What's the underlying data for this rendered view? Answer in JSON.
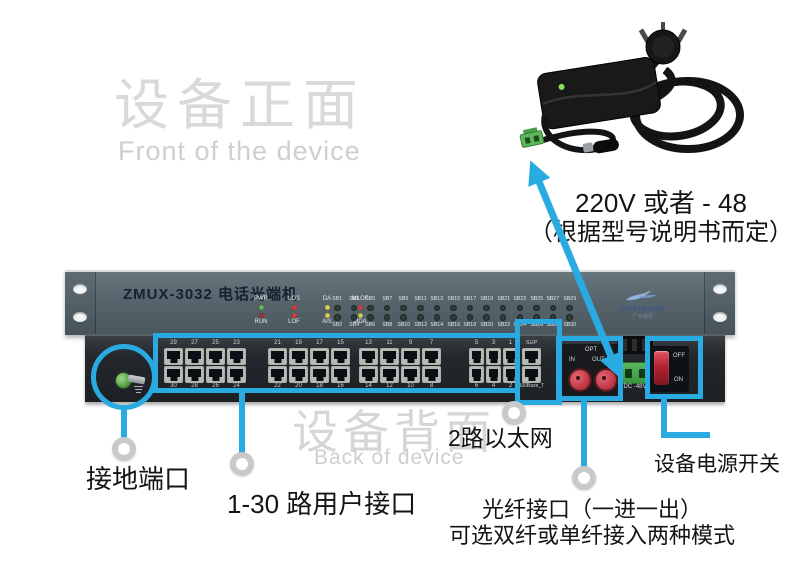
{
  "colors": {
    "annotation_blue": "#29abe2"
  },
  "watermark_front": {
    "zh": "设备正面",
    "en": "Front of the device"
  },
  "watermark_back": {
    "zh": "设备背面",
    "en": "Back of device"
  },
  "adapter": {
    "caption_line1": "220V 或者 - 48",
    "caption_line2": "（根据型号说明书而定）"
  },
  "front_panel": {
    "title": "ZMUX-3032 电话光端机",
    "status_leds": {
      "top": [
        {
          "label": "PWR",
          "color": "#62c24d"
        },
        {
          "label": "LOS",
          "color": "#e03c3c"
        },
        {
          "label": "DA",
          "color": "#e6d44e"
        },
        {
          "label": "MLOF",
          "color": "#e03c3c"
        }
      ],
      "bottom": [
        {
          "label": "RUN",
          "color": "#a03636"
        },
        {
          "label": "LOF",
          "color": "#e03c3c"
        },
        {
          "label": "AIS",
          "color": "#e6d44e"
        },
        {
          "label": "MDA",
          "color": "#cdd24e"
        }
      ]
    },
    "sb_leds": {
      "top": [
        "SB1",
        "SB3",
        "SB5",
        "SB7",
        "SB9",
        "SB11",
        "SB13",
        "SB15",
        "SB17",
        "SB19",
        "SB21",
        "SB23",
        "SB25",
        "SB27",
        "SB29"
      ],
      "bottom": [
        "SB2",
        "SB4",
        "SB6",
        "SB8",
        "SB10",
        "SB12",
        "SB14",
        "SB16",
        "SB18",
        "SB20",
        "SB22",
        "SB24",
        "SB26",
        "SB28",
        "SB30"
      ]
    },
    "logo": {
      "text": "GDYINXUN",
      "subtext": "广州银讯"
    }
  },
  "back_panel": {
    "port_groups": [
      {
        "top": [
          "29",
          "27",
          "25",
          "23"
        ],
        "bottom": [
          "30",
          "28",
          "26",
          "24"
        ]
      },
      {
        "top": [
          "21",
          "19",
          "17",
          "15"
        ],
        "bottom": [
          "22",
          "20",
          "18",
          "16"
        ]
      },
      {
        "top": [
          "13",
          "11",
          "9",
          "7"
        ],
        "bottom": [
          "14",
          "12",
          "10",
          "8"
        ]
      },
      {
        "top": [
          "5",
          "3",
          "1"
        ],
        "bottom": [
          "6",
          "4",
          "2"
        ]
      }
    ],
    "ethernet": {
      "top_label": "SUP",
      "bottom_label": "100Base_T"
    },
    "optical": {
      "label": "OPT",
      "in_label": "IN",
      "out_label": "OUT"
    },
    "power_terminal": {
      "label": "DC -48V"
    },
    "power_switch": {
      "off_label": "OFF",
      "on_label": "ON"
    }
  },
  "callouts": {
    "ground": "接地端口",
    "user_ports": "1-30 路用户接口",
    "ethernet": "2路以太网",
    "fiber_line1": "光纤接口（一进一出）",
    "fiber_line2": "可选双纤或单纤接入两种模式",
    "power_switch": "设备电源开关"
  }
}
